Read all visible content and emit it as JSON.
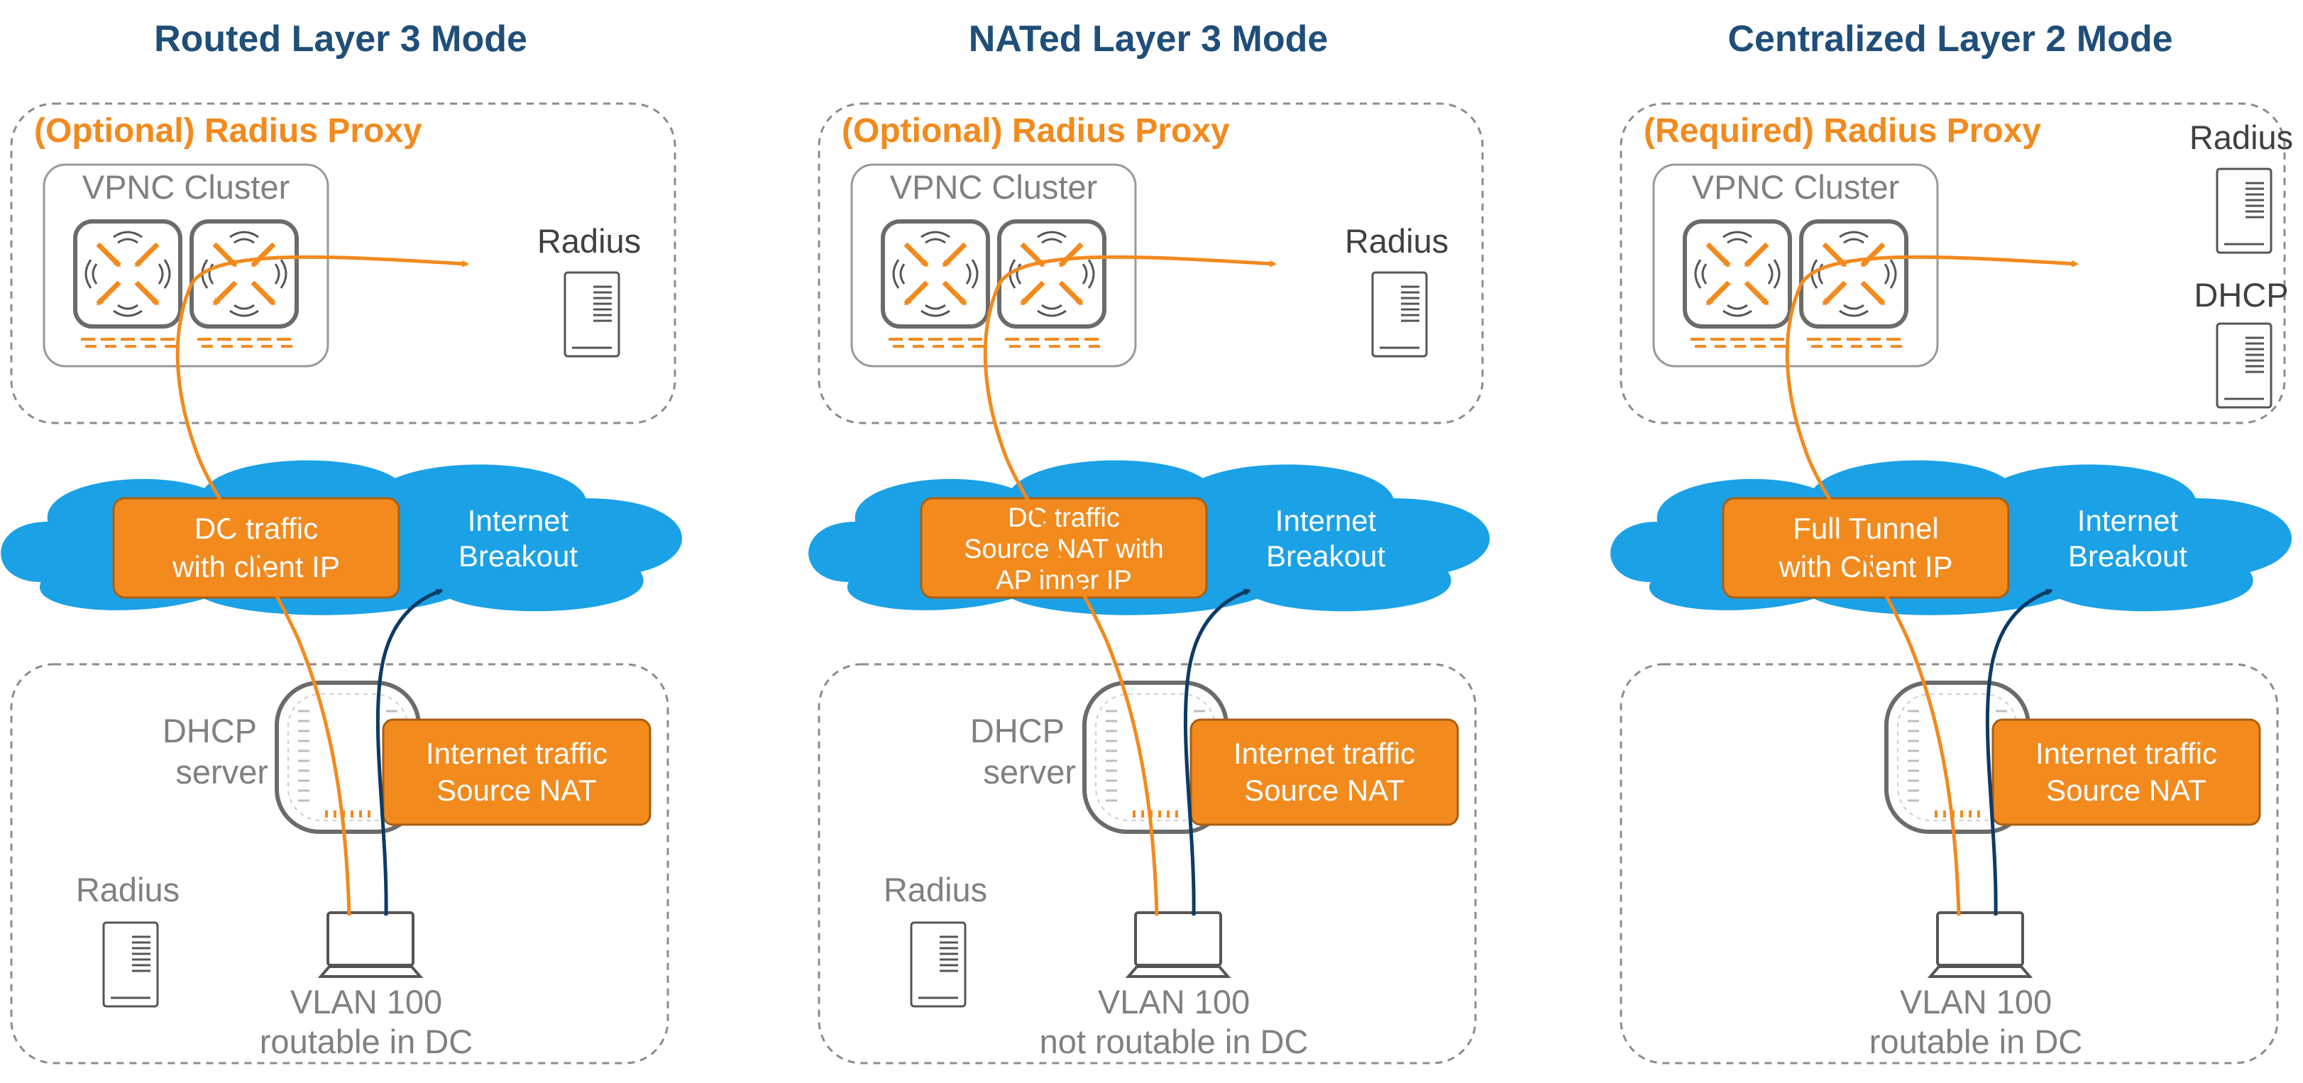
{
  "colors": {
    "title": "#1f4e79",
    "accent_orange": "#f28a1e",
    "cloud_blue": "#1ba1e6",
    "path_navy": "#0d3b66",
    "label_gray": "#808080"
  },
  "panels": [
    {
      "title": "Routed Layer 3 Mode",
      "proxy_label": "(Optional) Radius Proxy",
      "cluster_label": "VPNC Cluster",
      "dc_servers": [
        "Radius"
      ],
      "tunnel_label": [
        "DC traffic",
        "with client IP"
      ],
      "breakout_label": [
        "Internet",
        "Breakout"
      ],
      "nat_label": [
        "Internet traffic",
        "Source NAT"
      ],
      "branch_server_labels": [
        "DHCP",
        "server"
      ],
      "branch_radius_label": "Radius",
      "vlan_label": [
        "VLAN 100",
        "routable in DC"
      ]
    },
    {
      "title": "NATed Layer 3 Mode",
      "proxy_label": "(Optional) Radius Proxy",
      "cluster_label": "VPNC Cluster",
      "dc_servers": [
        "Radius"
      ],
      "tunnel_label": [
        "DC traffic",
        "Source NAT with",
        "AP inner IP"
      ],
      "breakout_label": [
        "Internet",
        "Breakout"
      ],
      "nat_label": [
        "Internet traffic",
        "Source NAT"
      ],
      "branch_server_labels": [
        "DHCP",
        "server"
      ],
      "branch_radius_label": "Radius",
      "vlan_label": [
        "VLAN 100",
        "not routable in DC"
      ]
    },
    {
      "title": "Centralized Layer 2 Mode",
      "proxy_label": "(Required) Radius Proxy",
      "cluster_label": "VPNC Cluster",
      "dc_servers": [
        "Radius",
        "DHCP"
      ],
      "tunnel_label": [
        "Full Tunnel",
        "with Client IP"
      ],
      "breakout_label": [
        "Internet",
        "Breakout"
      ],
      "nat_label": [
        "Internet traffic",
        "Source NAT"
      ],
      "branch_server_labels": [],
      "branch_radius_label": "",
      "vlan_label": [
        "VLAN 100",
        "routable in DC"
      ]
    }
  ],
  "icons": {
    "controller": "gateway-controller-icon",
    "server": "server-icon",
    "access_point": "access-point-icon",
    "laptop": "laptop-icon",
    "cloud": "cloud-icon"
  }
}
